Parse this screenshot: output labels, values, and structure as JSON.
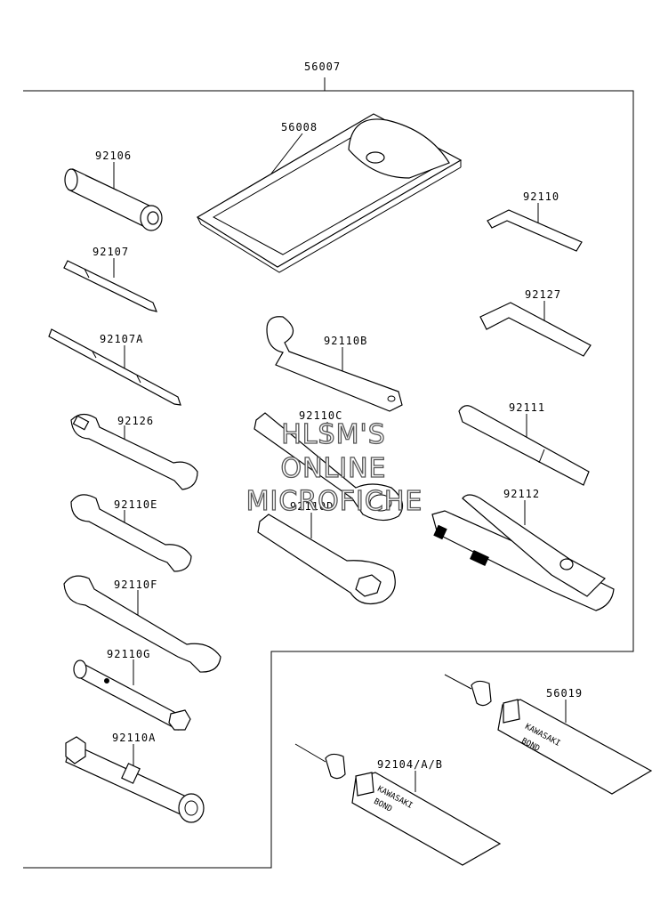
{
  "parts": {
    "p56007": "56007",
    "p56008": "56008",
    "p92106": "92106",
    "p92107": "92107",
    "p92107A": "92107A",
    "p92126": "92126",
    "p92110E": "92110E",
    "p92110F": "92110F",
    "p92110G": "92110G",
    "p92110A": "92110A",
    "p92110": "92110",
    "p92127": "92127",
    "p92110B": "92110B",
    "p92110C": "92110C",
    "p92110D": "92110D",
    "p92111": "92111",
    "p92112": "92112",
    "p56019": "56019",
    "p92104": "92104/A/B"
  },
  "watermark": {
    "line1": "HLSM'S",
    "line2": "ONLINE",
    "line3": "MICROFICHE"
  },
  "tube_text": {
    "brand": "KAWASAKI",
    "product": "BOND"
  }
}
